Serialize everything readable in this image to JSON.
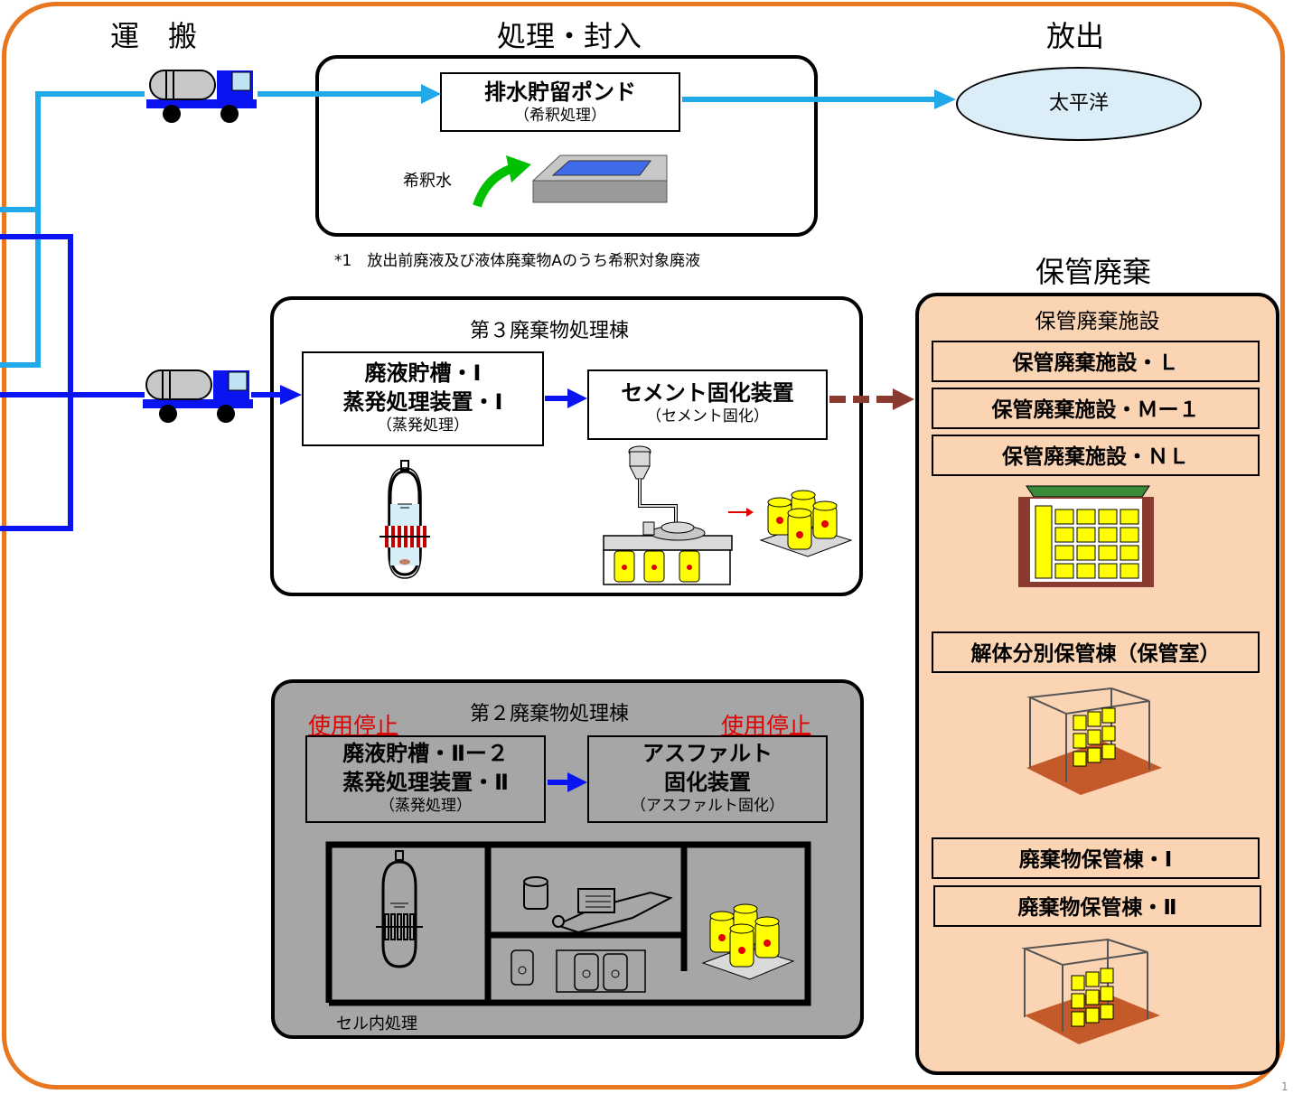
{
  "headers": {
    "transport": "運　搬",
    "treatment": "処理・封入",
    "release": "放出",
    "storage": "保管廃棄"
  },
  "pond_panel": {
    "title": "排水貯留ポンド",
    "subtitle": "（希釈処理）",
    "dilution_water": "希釈水",
    "note": "*1　放出前廃液及び液体廃棄物Aのうち希釈対象廃液"
  },
  "release_target": "太平洋",
  "building3": {
    "title": "第３廃棄物処理棟",
    "tank_line1": "廃液貯槽・Ⅰ",
    "tank_line2": "蒸発処理装置・Ⅰ",
    "tank_sub": "（蒸発処理）",
    "cement_title": "セメント固化装置",
    "cement_sub": "（セメント固化）"
  },
  "building2": {
    "title": "第２廃棄物処理棟",
    "stop_left": "使用停止",
    "stop_right": "使用停止",
    "tank_line1": "廃液貯槽・Ⅱー２",
    "tank_line2": "蒸発処理装置・Ⅱ",
    "tank_sub": "（蒸発処理）",
    "asphalt_line1": "アスファルト",
    "asphalt_line2": "固化装置",
    "asphalt_sub": "（アスファルト固化）",
    "cell_label": "セル内処理"
  },
  "storage_facility": {
    "title": "保管廃棄施設",
    "items": [
      "保管廃棄施設・Ｌ",
      "保管廃棄施設・Ｍー１",
      "保管廃棄施設・ＮＬ"
    ],
    "dismantle": "解体分別保管棟（保管室）",
    "waste_store_1": "廃棄物保管棟・Ⅰ",
    "waste_store_2": "廃棄物保管棟・Ⅱ"
  },
  "page_number": "1",
  "colors": {
    "frame": "#e8771f",
    "light_blue": "#1fa9e8",
    "blue": "#0a14f0",
    "green": "#00c000",
    "brown": "#8b3a2f",
    "storage_bg": "#fbd4b4",
    "drum": "#ffff00",
    "red_text": "#e00000"
  },
  "icons": [
    "tanker-truck-icon",
    "pond-icon",
    "green-arrow-icon",
    "evaporator-icon",
    "cement-mixer-icon",
    "drum-pallet-icon",
    "storage-shed-icon",
    "drum-rack-icon",
    "asphalt-extruder-icon",
    "radiation-drum-icon"
  ]
}
